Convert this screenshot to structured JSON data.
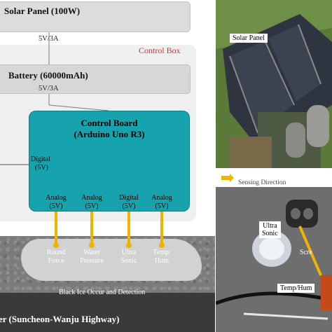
{
  "labels": {
    "solar_panel": "Solar Panel (100W)",
    "power_1": "5V/3A",
    "control_box": "Control Box",
    "battery": "Battery (60000mAh)",
    "power_2": "5V/3A",
    "board_title_1": "Control Board",
    "board_title_2": "(Arduino Uno R3)",
    "digital_left": [
      "Digital",
      "(5V)"
    ],
    "ports": [
      [
        "Analog",
        "(5V)"
      ],
      [
        "Analog",
        "(5V)"
      ],
      [
        "Digital",
        "(5V)"
      ],
      [
        "Analog",
        "(5V)"
      ]
    ],
    "sensors": [
      [
        "Round",
        "Force"
      ],
      [
        "Water",
        "Pressure"
      ],
      [
        "Ultra",
        "Sonic"
      ],
      [
        "Temp/",
        "Hum"
      ]
    ],
    "black_ice": "Black Ice Occur and Detection",
    "highway": "er (Suncheon-Wanju Highway)"
  },
  "photos": {
    "top": {
      "label": "Solar Panel"
    },
    "bottom": {
      "legend": "Sensing Direction",
      "label_ultra": [
        "Ultra",
        "Sonic"
      ],
      "label_temp": "Temp/Hum",
      "label_scre": "Scre"
    }
  },
  "colors": {
    "board": "#17a3ad",
    "wire": "#f0b400",
    "control_box_label": "#c43a3a"
  }
}
